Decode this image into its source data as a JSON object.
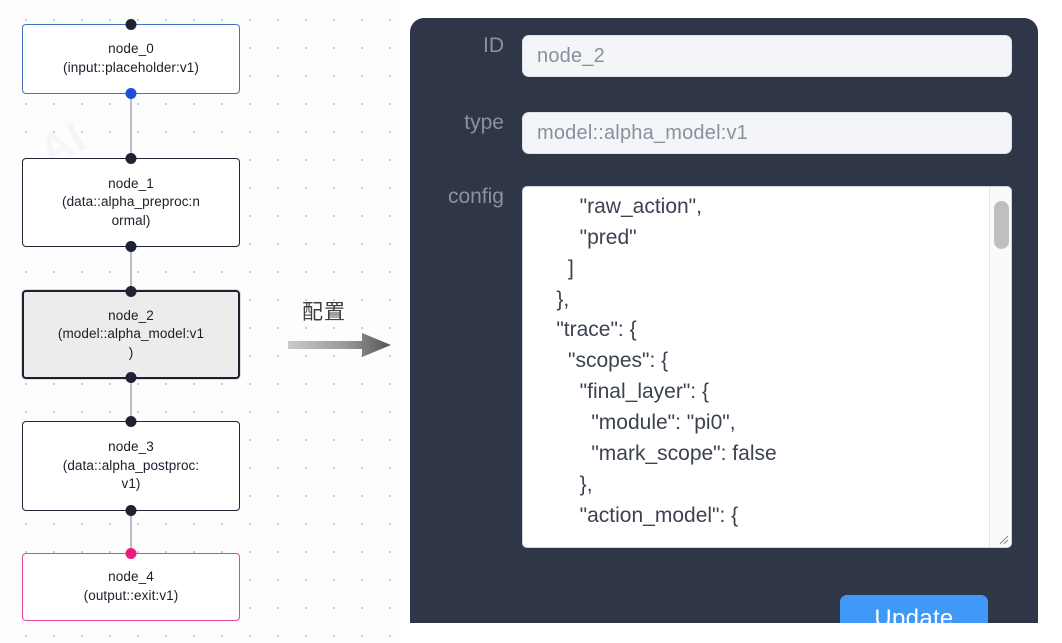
{
  "canvas": {
    "name": "node-flow-canvas",
    "nodes": [
      {
        "id": "node_0",
        "label": "node_0\n(input::placeholder:v1)",
        "kind": "input",
        "selected": false
      },
      {
        "id": "node_1",
        "label": "node_1\n(data::alpha_preproc:n\normal)",
        "kind": "default",
        "selected": false
      },
      {
        "id": "node_2",
        "label": "node_2\n(model::alpha_model:v1\n)",
        "kind": "default",
        "selected": true
      },
      {
        "id": "node_3",
        "label": "node_3\n(data::alpha_postproc:\nv1)",
        "kind": "default",
        "selected": false
      },
      {
        "id": "node_4",
        "label": "node_4\n(output::exit:v1)",
        "kind": "output",
        "selected": false
      }
    ],
    "edge_color": "#b9bcc4",
    "handle_color": "#1f2233",
    "input_accent": "#4273c0",
    "output_accent": "#e3449a",
    "selected_fill": "#ececec"
  },
  "transition": {
    "label": "配置",
    "arrow_icon": "right-arrow-icon"
  },
  "inspector": {
    "background": "#2f3648",
    "fields": {
      "id": {
        "label": "ID",
        "value": "node_2"
      },
      "type": {
        "label": "type",
        "value": "model::alpha_model:v1"
      },
      "config": {
        "label": "config",
        "value": "        \"raw_action\",\n        \"pred\"\n      ]\n    },\n    \"trace\": {\n      \"scopes\": {\n        \"final_layer\": {\n          \"module\": \"pi0\",\n          \"mark_scope\": false\n        },\n        \"action_model\": {",
        "scrollbar": "vertical-scrollbar",
        "thumb_color": "#bfbfbf"
      }
    },
    "update_button": {
      "label": "Update",
      "color": "#4098f7"
    }
  }
}
